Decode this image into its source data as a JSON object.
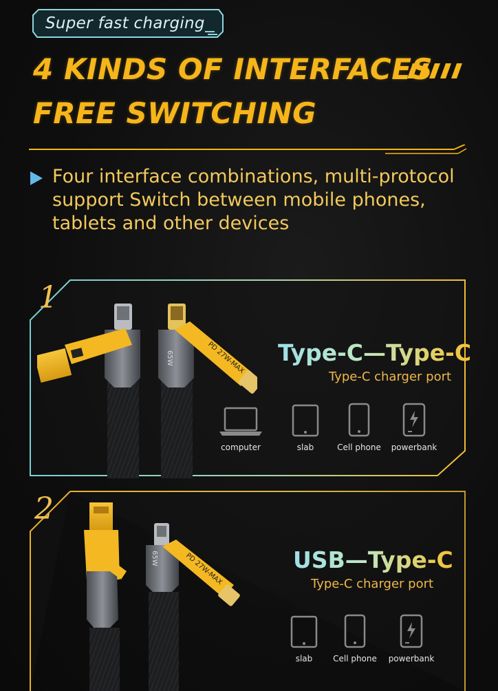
{
  "badge": {
    "text": "Super fast charging"
  },
  "headline": {
    "line1": "4 KINDS OF INTERFACES",
    "line2": "FREE SWITCHING"
  },
  "description": "Four interface combinations, multi-protocol support Switch between mobile phones, tablets and other devices",
  "colors": {
    "accent": "#f6b51a",
    "cyan": "#9fe0e8",
    "text_gold": "#f2c95c",
    "background": "#0e0e0e"
  },
  "panels": [
    {
      "number": "1",
      "title": "Type-C—Type-C",
      "subtitle": "Type-C charger port",
      "cable_labels": [
        "PD 27W-MAX",
        "65W"
      ],
      "devices": [
        {
          "icon": "laptop-icon",
          "label": "computer"
        },
        {
          "icon": "tablet-icon",
          "label": "slab"
        },
        {
          "icon": "phone-icon",
          "label": "Cell phone"
        },
        {
          "icon": "powerbank-icon",
          "label": "powerbank"
        }
      ]
    },
    {
      "number": "2",
      "title": "USB—Type-C",
      "subtitle": "Type-C charger port",
      "cable_labels": [
        "PD 27W-MAX",
        "65W"
      ],
      "devices": [
        {
          "icon": "tablet-icon",
          "label": "slab"
        },
        {
          "icon": "phone-icon",
          "label": "Cell phone"
        },
        {
          "icon": "powerbank-icon",
          "label": "powerbank"
        }
      ]
    }
  ]
}
